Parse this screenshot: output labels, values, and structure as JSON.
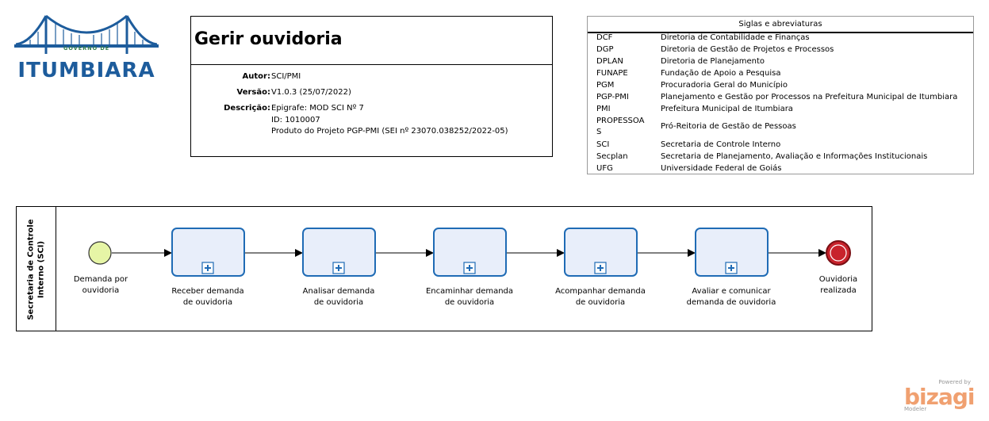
{
  "logo": {
    "top_text": "GOVERNO DE",
    "main_text": "ITUMBIARA",
    "color": "#1d5c9c"
  },
  "header": {
    "title": "Gerir ouvidoria",
    "author_label": "Autor:",
    "author": "SCI/PMI",
    "version_label": "Versão:",
    "version": "V1.0.3 (25/07/2022)",
    "description_label": "Descrição:",
    "description_lines": [
      "Epigrafe: MOD SCI Nº 7",
      "ID: 1010007",
      "Produto do Projeto PGP-PMI (SEI nº 23070.038252/2022-05)"
    ]
  },
  "abbreviations": {
    "title": "Siglas e abreviaturas",
    "items": [
      {
        "code": "DCF",
        "desc": "Diretoria de Contabilidade e Finanças"
      },
      {
        "code": "DGP",
        "desc": "Diretoria de Gestão de Projetos e Processos"
      },
      {
        "code": "DPLAN",
        "desc": "Diretoria de Planejamento"
      },
      {
        "code": "FUNAPE",
        "desc": "Fundação de Apoio a Pesquisa"
      },
      {
        "code": "PGM",
        "desc": "Procuradoria Geral do Município"
      },
      {
        "code": "PGP-PMI",
        "desc": "Planejamento e Gestão por Processos na Prefeitura Municipal de Itumbiara"
      },
      {
        "code": "PMI",
        "desc": "Prefeitura Municipal de Itumbiara"
      },
      {
        "code": "PROPESSOAS",
        "code_line1": "PROPESSOA",
        "code_line2": "S",
        "desc": "Pró-Reitoria de Gestão de Pessoas"
      },
      {
        "code": "SCI",
        "desc": "Secretaria de Controle Interno"
      },
      {
        "code": "Secplan",
        "desc": "Secretaria de Planejamento, Avaliação e Informações Institucionais"
      },
      {
        "code": "UFG",
        "desc": "Universidade Federal de Goiás"
      }
    ]
  },
  "process": {
    "lane_label_line1": "Secretaria de Controle",
    "lane_label_line2": "Interno (SCI)",
    "start_event": {
      "line1": "Demanda por",
      "line2": "ouvidoria",
      "color": "#e6f5a6"
    },
    "end_event": {
      "line1": "Ouvidoria",
      "line2": "realizada",
      "color": "#c8232c"
    },
    "subprocesses": [
      {
        "line1": "Receber demanda",
        "line2": "de ouvidoria"
      },
      {
        "line1": "Analisar demanda",
        "line2": "de ouvidoria"
      },
      {
        "line1": "Encaminhar demanda",
        "line2": "de ouvidoria"
      },
      {
        "line1": "Acompanhar demanda",
        "line2": "de ouvidoria"
      },
      {
        "line1": "Avaliar e comunicar",
        "line2": "demanda de ouvidoria"
      }
    ],
    "task_fill": "#e8eefa",
    "task_stroke": "#1f6bb5"
  },
  "branding": {
    "powered_by": "Powered by",
    "name": "bizagi",
    "product": "Modeler"
  }
}
